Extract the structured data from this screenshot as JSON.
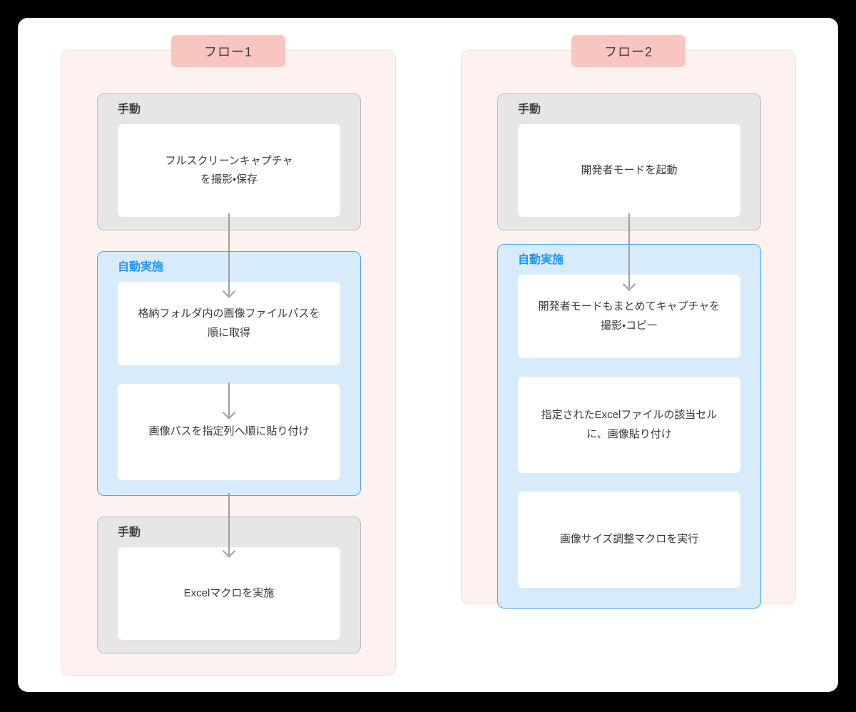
{
  "diagram": {
    "title_flow_1": "フロー1",
    "title_flow_2": "フロー2",
    "label_manual": "手動",
    "label_auto": "自動実施",
    "colors": {
      "canvas": "#FFFFFF",
      "flow_container_bg": "#FDF2F0",
      "flow_container_border": "#F8DDD8",
      "badge_bg": "#FAC5C0",
      "manual_bg": "#E6E6E6",
      "manual_border": "#BDBDBD",
      "manual_label": "#444444",
      "auto_bg": "#D7EBFB",
      "auto_border": "#4FA9F3",
      "auto_label": "#2196F3",
      "step_bg": "#FFFFFF",
      "step_text": "#3A3A3A",
      "arrow": "#9E9E9E"
    }
  },
  "flows": [
    {
      "id": "flow-1",
      "title": "フロー1",
      "groups": [
        {
          "kind": "manual",
          "label": "手動",
          "steps": [
            {
              "text": "フルスクリーンキャプチャ\nを撮影・保存"
            }
          ]
        },
        {
          "kind": "auto",
          "label": "自動実施",
          "steps": [
            {
              "text": "格納フォルダ内の画像ファイルパスを\n順に取得"
            },
            {
              "text": "画像パスを指定列へ順に貼り付け"
            }
          ]
        },
        {
          "kind": "manual",
          "label": "手動",
          "steps": [
            {
              "text": "Excelマクロを実施"
            }
          ]
        }
      ]
    },
    {
      "id": "flow-2",
      "title": "フロー2",
      "groups": [
        {
          "kind": "manual",
          "label": "手動",
          "steps": [
            {
              "text": "開発者モードを起動"
            }
          ]
        },
        {
          "kind": "auto",
          "label": "自動実施",
          "steps": [
            {
              "text": "開発者モードもまとめてキャプチャを\n撮影・コピー"
            },
            {
              "text": "指定されたExcelファイルの該当セル\nに、画像貼り付け"
            },
            {
              "text": "画像サイズ調整マクロを実行"
            }
          ]
        }
      ]
    }
  ]
}
